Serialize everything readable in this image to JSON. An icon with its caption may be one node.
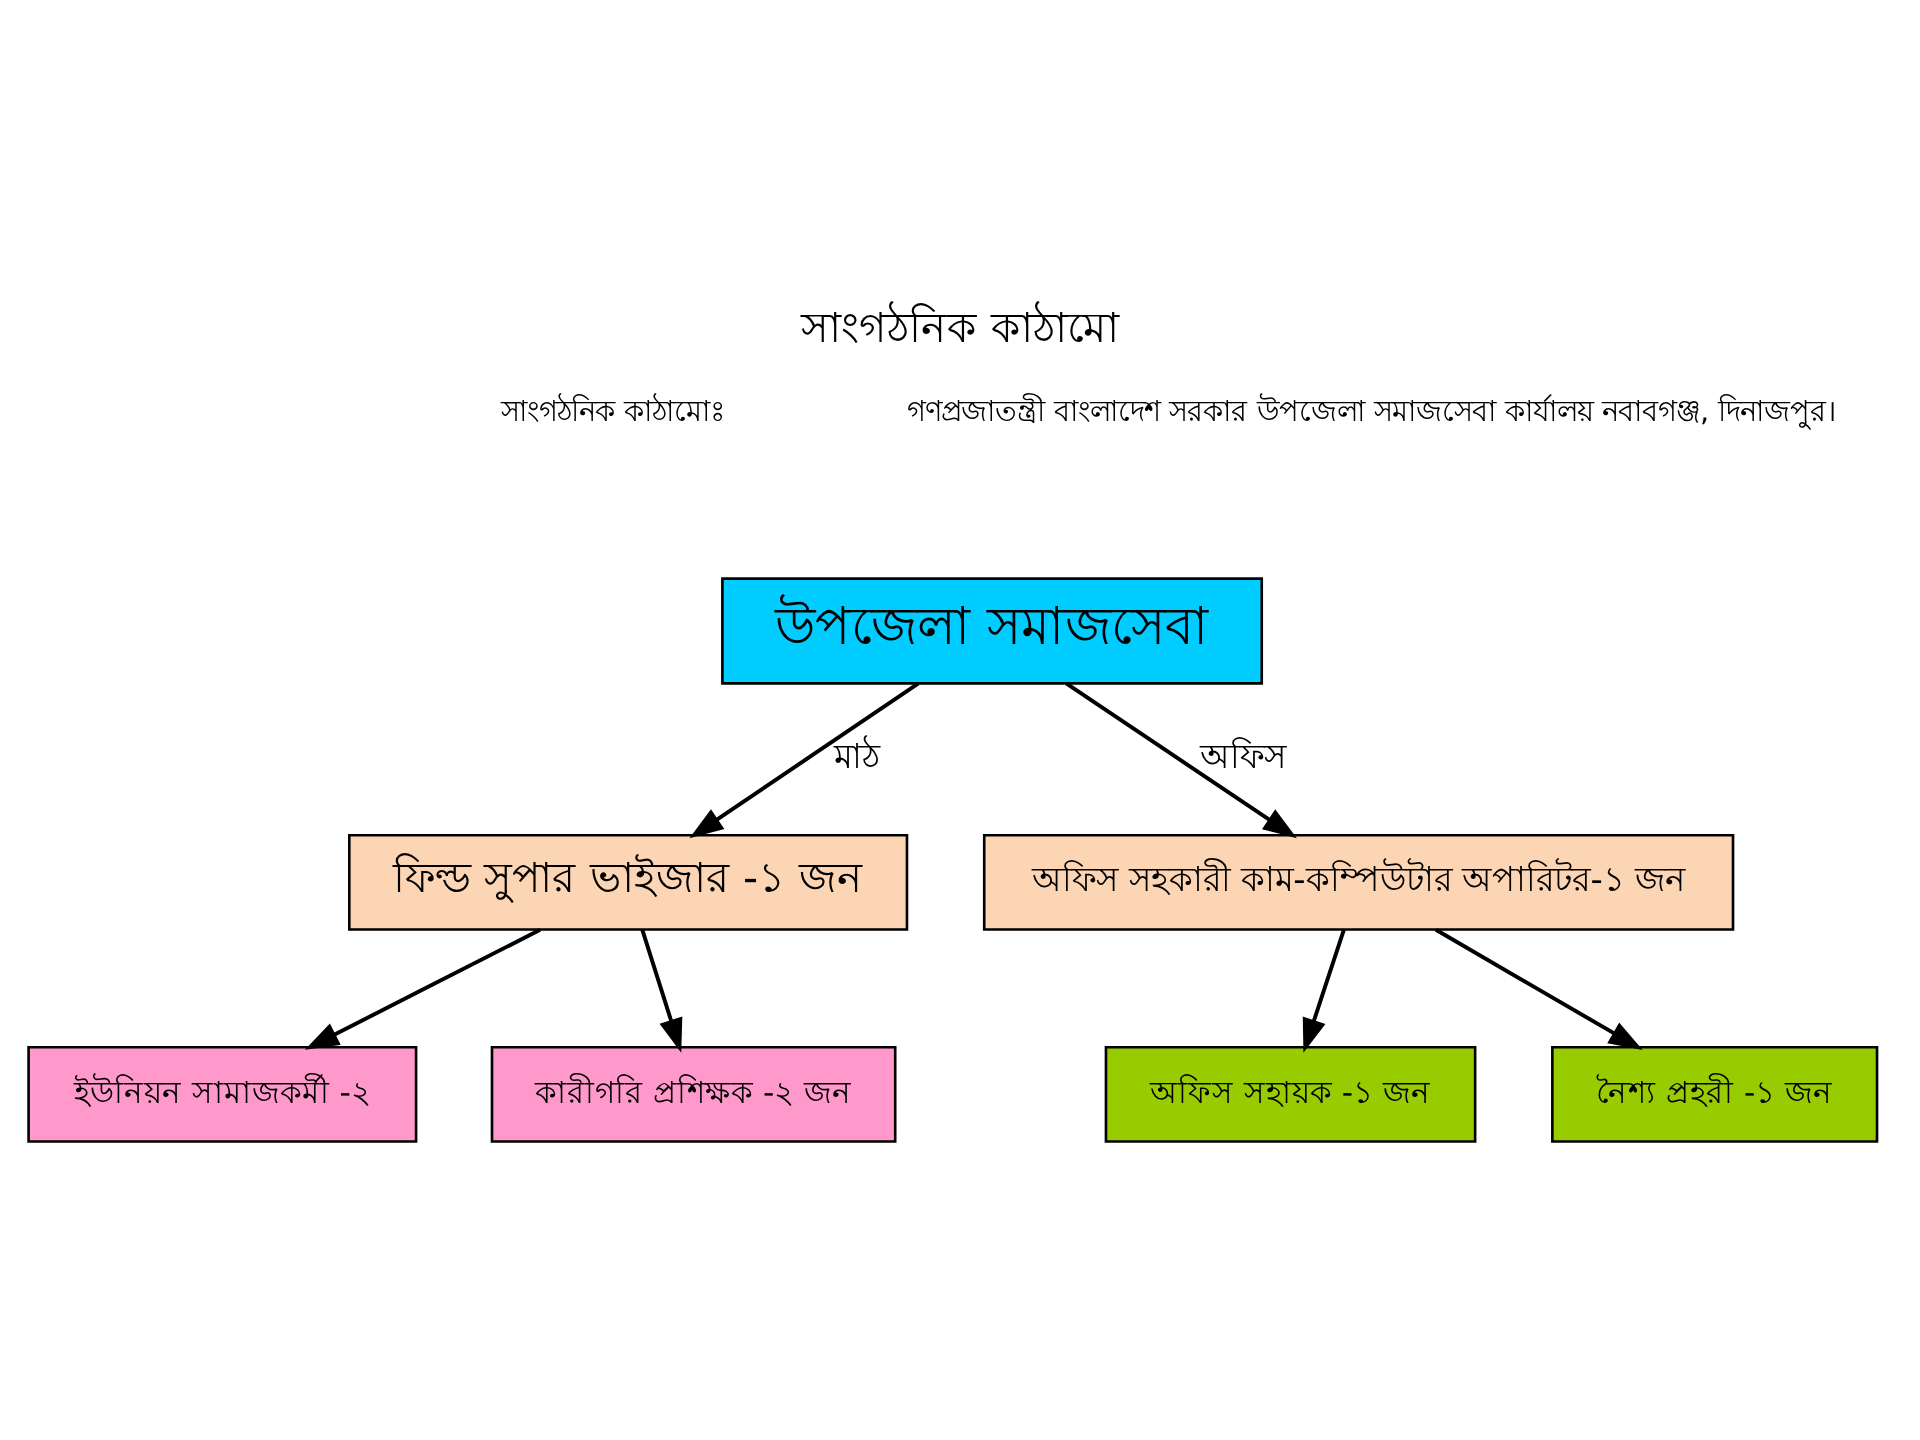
{
  "diagram": {
    "title": "সাংগঠনিক কাঠামো",
    "nodes": [
      {
        "text": [
          "উপজেলা সমাজসেবা"
        ]
      },
      {
        "text": [
          "ফিল্ড সুপার ভাইজার -১ জন"
        ]
      },
      {
        "text": [
          "অফিস সহকারী কাম-কম্পিউটার অপারিটর-১ জন"
        ]
      },
      {
        "text": [
          "ইউনিয়ন সামাজকর্মী -২"
        ]
      },
      {
        "text": [
          "কারীগরি প্রশিক্ষক -২ জন"
        ]
      },
      {
        "text": [
          "অফিস সহায়ক -১ জন"
        ]
      },
      {
        "text": [
          "নৈশ্য প্রহরী -১ জন"
        ]
      }
    ],
    "edges": [
      {
        "from": 0,
        "to": 1,
        "arrow": "to",
        "label": "মাঠ"
      },
      {
        "from": 0,
        "to": 2,
        "arrow": "to",
        "label": "অফিস"
      },
      {
        "from": 1,
        "to": 3,
        "arrow": "to"
      },
      {
        "from": 1,
        "to": 4,
        "arrow": "to"
      },
      {
        "from": 2,
        "to": 5,
        "arrow": "to"
      },
      {
        "from": 2,
        "to": 6,
        "arrow": "to"
      }
    ],
    "labels": [
      "সাংগঠনিক কাঠামোঃ",
      "গণপ্রজাতন্ত্রী বাংলাদেশ সরকার উপজেলা সমাজসেবা কার্যালয় নবাবগঞ্জ, দিনাজপুর।"
    ]
  }
}
